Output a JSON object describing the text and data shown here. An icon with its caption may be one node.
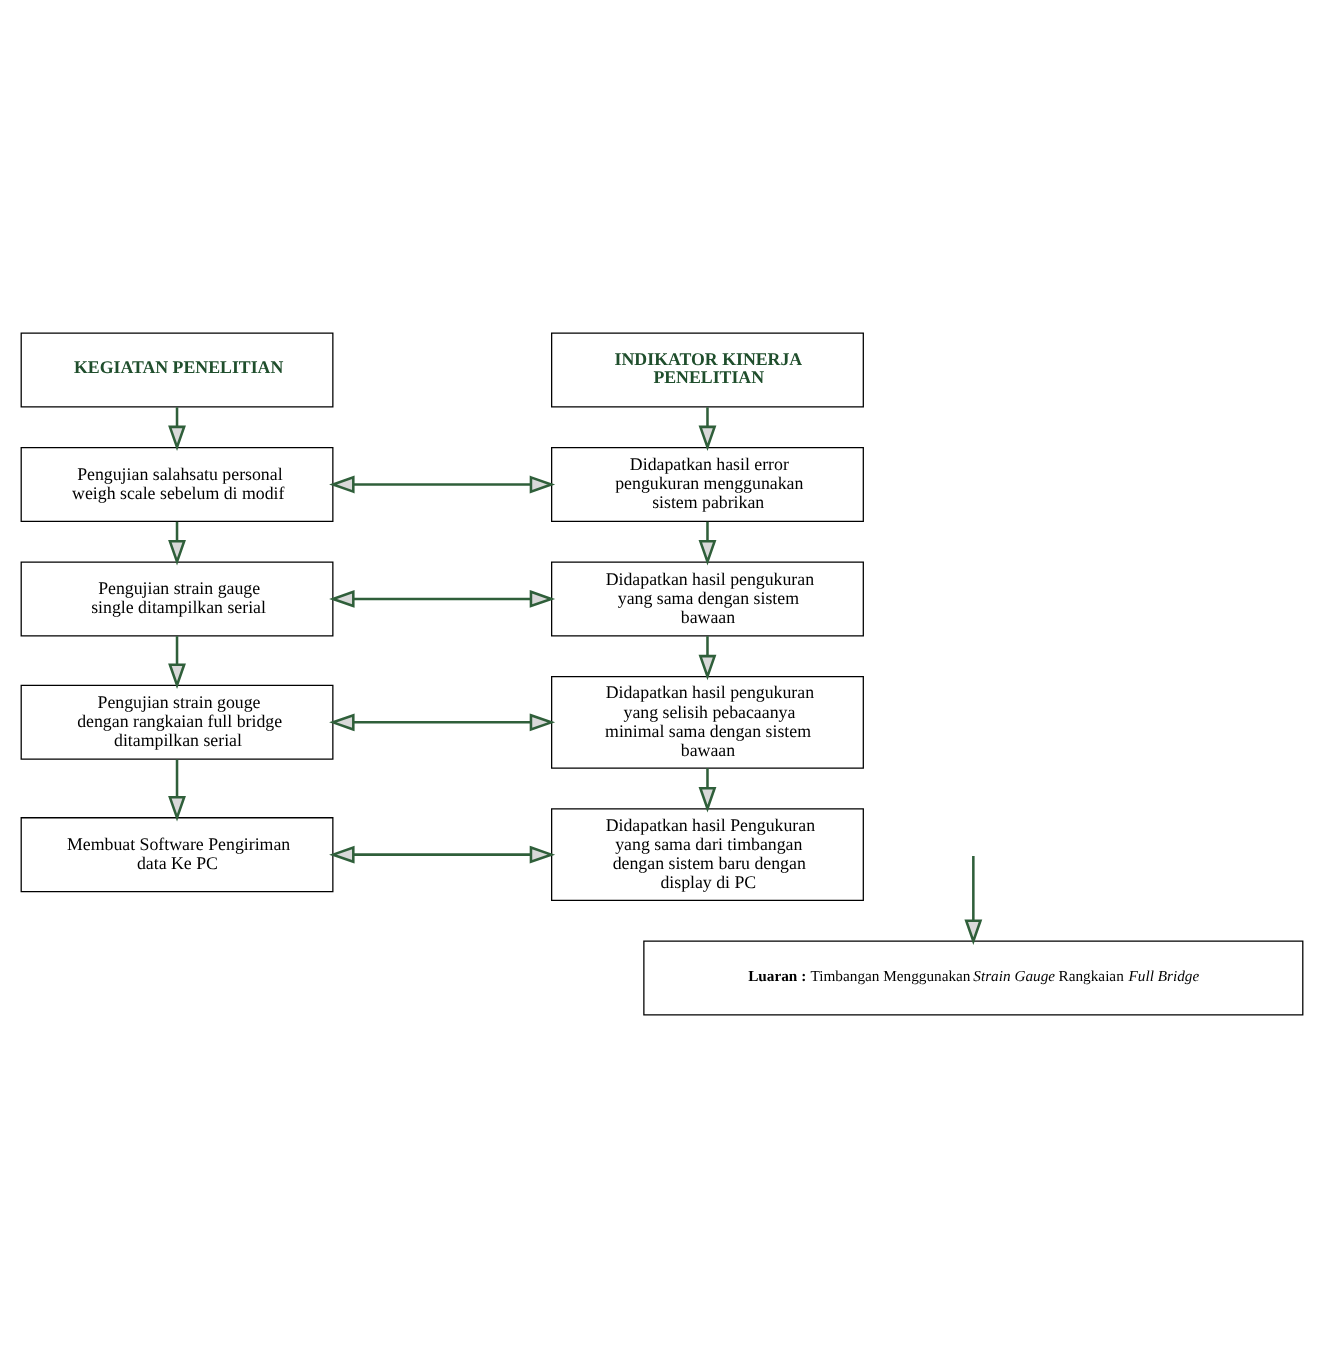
{
  "diagram": {
    "nodes": [
      {
        "text": [
          "KEGIATAN PENELITIAN"
        ]
      },
      {
        "text": [
          "INDIKATOR KINERJA PENELITIAN"
        ]
      },
      {
        "text": [
          "Pengujian salahsatu personal weigh scale sebelum di modif"
        ]
      },
      {
        "text": [
          "Didapatkan hasil error pengukuran menggunakan sistem pabrikan"
        ]
      },
      {
        "text": [
          "Pengujian strain gauge single ditampilkan serial"
        ]
      },
      {
        "text": [
          "Didapatkan hasil pengukuran yang sama dengan sistem bawaan"
        ]
      },
      {
        "text": [
          "Pengujian strain gouge dengan rangkaian full bridge ditampilkan serial"
        ]
      },
      {
        "text": [
          "Didapatkan hasil pengukuran yang selisih pebacaanya minimal sama dengan sistem bawaan"
        ]
      },
      {
        "text": [
          "Membuat Software Pengiriman data Ke PC"
        ]
      },
      {
        "text": [
          "Didapatkan hasil Pengukuran yang sama dari timbangan dengan sistem baru dengan display di PC"
        ]
      },
      {
        "text": [
          "**Luaran :** Timbangan Menggunakan *Strain Gauge* Rangkaian *Full Bridge*"
        ]
      }
    ],
    "edges": [
      {
        "from": 0,
        "to": 2,
        "arrow": "to"
      },
      {
        "from": 1,
        "to": 3,
        "arrow": "to"
      },
      {
        "from": 2,
        "to": 3,
        "arrow": "both"
      },
      {
        "from": 2,
        "to": 4,
        "arrow": "to"
      },
      {
        "from": 3,
        "to": 5,
        "arrow": "to"
      },
      {
        "from": 4,
        "to": 5,
        "arrow": "both"
      },
      {
        "from": 4,
        "to": 6,
        "arrow": "to"
      },
      {
        "from": 5,
        "to": 7,
        "arrow": "to"
      },
      {
        "from": 6,
        "to": 7,
        "arrow": "both"
      },
      {
        "from": 6,
        "to": 8,
        "arrow": "to"
      },
      {
        "from": 7,
        "to": 9,
        "arrow": "to"
      },
      {
        "from": 8,
        "to": 9,
        "arrow": "both"
      },
      {
        "from": null,
        "to": 10,
        "arrow": "to"
      }
    ]
  }
}
